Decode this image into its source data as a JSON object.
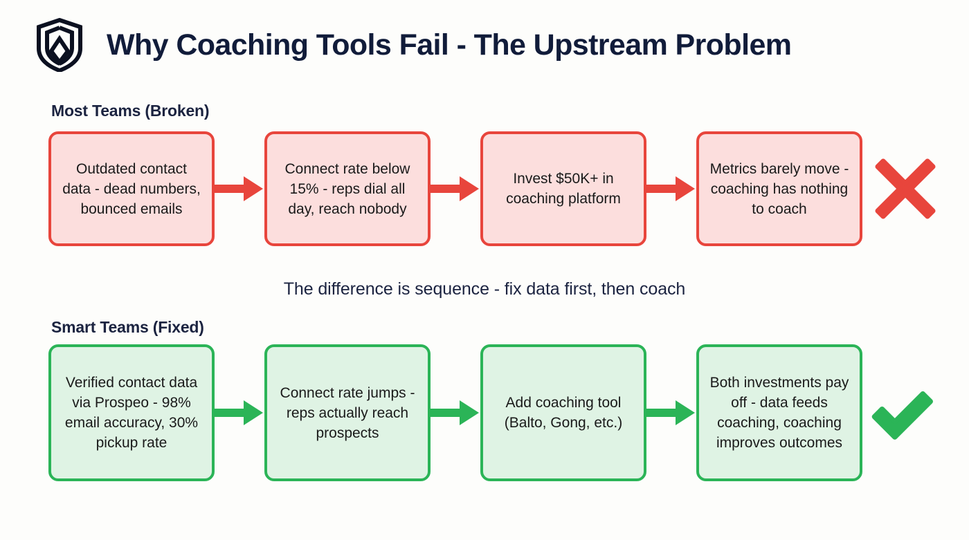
{
  "header": {
    "logo_name": "shield-logo",
    "title": "Why Coaching Tools Fail - The Upstream Problem",
    "title_color": "#111c3a"
  },
  "colors": {
    "background": "#fdfdfb",
    "red_border": "#e8453c",
    "red_fill": "#fcdedd",
    "green_border": "#2bb457",
    "green_fill": "#dff3e4",
    "text_dark": "#1b2340"
  },
  "caption": {
    "text": "The difference is sequence - fix data first, then coach"
  },
  "flows": [
    {
      "label": "Most Teams (Broken)",
      "variant": "broken",
      "end_icon": "cross-mark-icon",
      "steps": [
        {
          "text": "Outdated contact data - dead numbers, bounced emails"
        },
        {
          "text": "Connect rate below 15% - reps dial all day, reach nobody"
        },
        {
          "text": "Invest $50K+ in coaching platform"
        },
        {
          "text": "Metrics barely move - coaching has nothing to coach"
        }
      ]
    },
    {
      "label": "Smart Teams (Fixed)",
      "variant": "fixed",
      "end_icon": "check-mark-icon",
      "steps": [
        {
          "text": "Verified contact data via Prospeo - 98% email accuracy, 30% pickup rate"
        },
        {
          "text": "Connect rate jumps - reps actually reach prospects"
        },
        {
          "text": "Add coaching tool (Balto, Gong, etc.)"
        },
        {
          "text": "Both investments pay off - data feeds coaching, coaching improves outcomes"
        }
      ]
    }
  ]
}
